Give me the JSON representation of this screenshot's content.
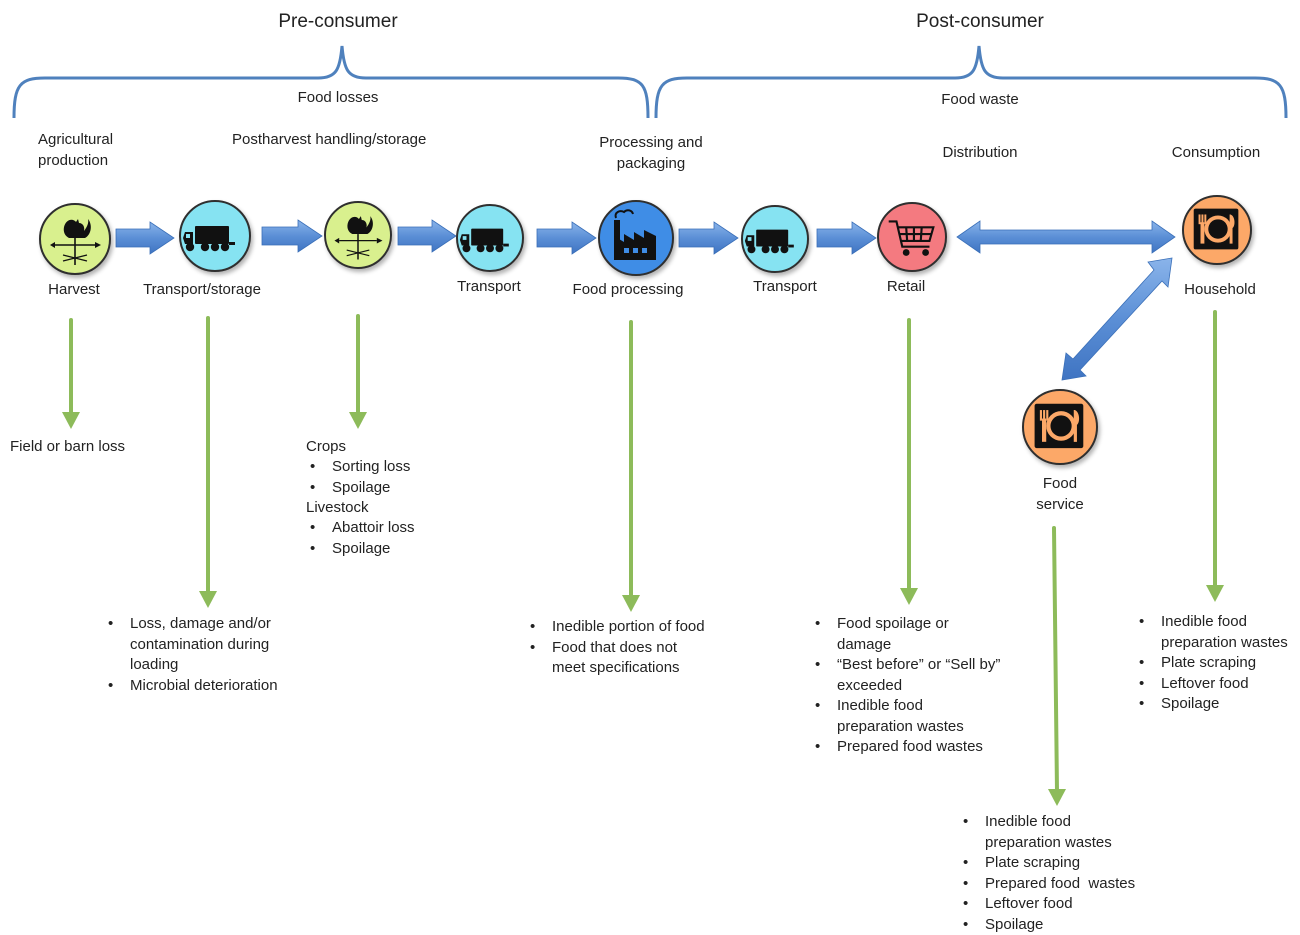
{
  "brackets": {
    "pre_consumer": "Pre-consumer",
    "post_consumer": "Post-consumer",
    "food_losses": "Food losses",
    "food_waste": "Food waste"
  },
  "stages": {
    "agricultural_production": "Agricultural production",
    "postharvest": "Postharvest handling/storage",
    "processing": "Processing and packaging",
    "distribution": "Distribution",
    "consumption": "Consumption"
  },
  "nodes": {
    "harvest": {
      "label": "Harvest",
      "icon": "weather-vane-icon",
      "color": "#d9f08e"
    },
    "transport_storage": {
      "label": "Transport/storage",
      "icon": "truck-icon",
      "color": "#86e3f2"
    },
    "postharvest_node": {
      "icon": "weather-vane-icon",
      "color": "#d9f08e"
    },
    "transport_1": {
      "label": "Transport",
      "icon": "truck-icon",
      "color": "#86e3f2"
    },
    "food_processing": {
      "label": "Food processing",
      "icon": "factory-icon",
      "color": "#3f8de6"
    },
    "transport_2": {
      "label": "Transport",
      "icon": "truck-icon",
      "color": "#86e3f2"
    },
    "retail": {
      "label": "Retail",
      "icon": "shopping-cart-icon",
      "color": "#f47a80"
    },
    "household": {
      "label": "Household",
      "icon": "plate-fork-knife-icon",
      "color": "#fca868"
    },
    "food_service": {
      "label": "Food service",
      "icon": "plate-fork-knife-icon",
      "color": "#fca868"
    }
  },
  "losses": {
    "harvest": "Field or barn loss",
    "transport_storage": [
      "Loss, damage and/or contamination during loading",
      "Microbial deterioration"
    ],
    "postharvest": {
      "crops_label": "Crops",
      "crops": [
        "Sorting loss",
        "Spoilage"
      ],
      "livestock_label": "Livestock",
      "livestock": [
        "Abattoir loss",
        "Spoilage"
      ]
    },
    "processing": [
      "Inedible portion of food",
      "Food that does not meet specifications"
    ],
    "retail": [
      "Food spoilage or damage",
      "“Best before” or “Sell by” exceeded",
      "Inedible food preparation wastes",
      "Prepared food wastes"
    ],
    "household": [
      "Inedible food preparation wastes",
      "Plate scraping",
      "Leftover food",
      "Spoilage"
    ],
    "food_service": [
      "Inedible food preparation wastes",
      "Plate scraping",
      "Prepared food  wastes",
      "Leftover food",
      "Spoilage"
    ]
  },
  "colors": {
    "bracket": "#4f81bd",
    "flow_arrow": "#5b8fd6",
    "loss_arrow": "#8dbb5a"
  }
}
